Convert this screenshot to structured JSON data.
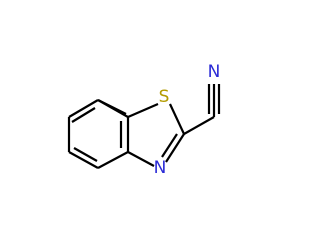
{
  "molecule": {
    "atoms": {
      "sulfur": {
        "symbol": "S",
        "color": "#b39b00"
      },
      "ring_nitrogen": {
        "symbol": "N",
        "color": "#2b2bd6"
      },
      "nitrile_nitrogen": {
        "symbol": "N",
        "color": "#2b2bd6"
      }
    },
    "bond_color": "#000000"
  }
}
